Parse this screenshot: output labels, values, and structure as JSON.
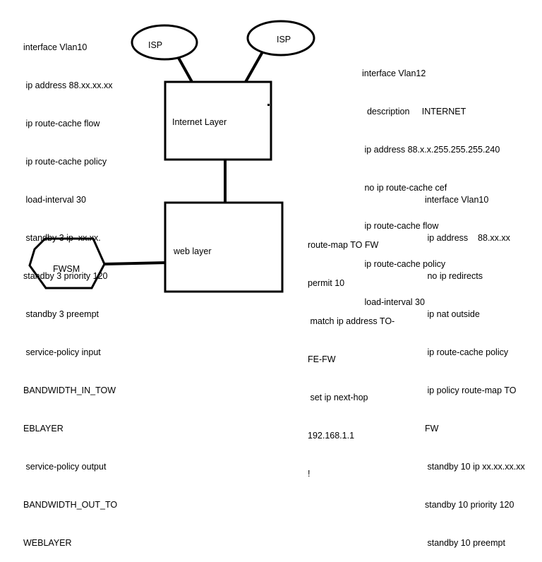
{
  "nodes": {
    "isp_left": "ISP",
    "isp_right": "ISP",
    "internet_layer": "Internet Layer",
    "web_layer": "web layer",
    "fwsm": "FWSM"
  },
  "configs": {
    "vlan10_top": [
      "interface Vlan10",
      " ip address 88.xx.xx.xx",
      " ip route-cache flow",
      " ip route-cache policy",
      " load-interval 30",
      " standby 3 ip  xx.xx.",
      "standby 3 priority 120",
      " standby 3 preempt",
      " service-policy input",
      "BANDWIDTH_IN_TOW",
      "EBLAYER",
      " service-policy output",
      "BANDWIDTH_OUT_TO",
      "WEBLAYER"
    ],
    "vlan12": [
      "interface Vlan12",
      "  description     INTERNET",
      " ip address 88.x.x.255.255.255.240",
      " no ip route-cache cef",
      " ip route-cache flow",
      " ip route-cache policy",
      " load-interval 30"
    ],
    "route_map": [
      "route-map TO FW",
      "permit 10",
      " match ip address TO-",
      "FE-FW",
      " set ip next-hop",
      "192.168.1.1",
      "!"
    ],
    "vlan10_bottom": [
      "interface Vlan10",
      " ip address    88.xx.xx",
      " no ip redirects",
      " ip nat outside",
      " ip route-cache policy",
      " ip policy route-map TO",
      "FW",
      " standby 10 ip xx.xx.xx.xx",
      "standby 10 priority 120",
      " standby 10 preempt"
    ]
  }
}
